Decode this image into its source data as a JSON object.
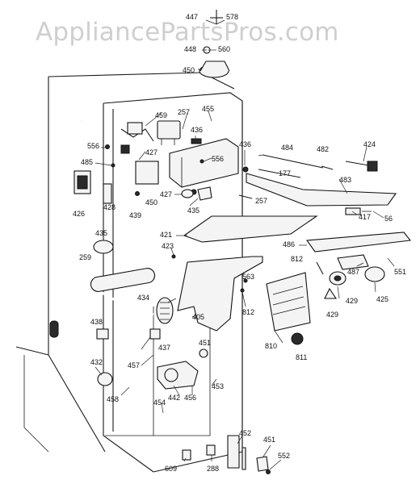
{
  "watermark": "AppliancePartsPros.com",
  "labels": [
    {
      "id": "447",
      "text": "447"
    },
    {
      "id": "578",
      "text": "578"
    },
    {
      "id": "448",
      "text": "448"
    },
    {
      "id": "560",
      "text": "560"
    },
    {
      "id": "450t",
      "text": "450"
    },
    {
      "id": "459",
      "text": "459"
    },
    {
      "id": "257a",
      "text": "257"
    },
    {
      "id": "455",
      "text": "455"
    },
    {
      "id": "436a",
      "text": "436"
    },
    {
      "id": "436b",
      "text": "436"
    },
    {
      "id": "484",
      "text": "484"
    },
    {
      "id": "482",
      "text": "482"
    },
    {
      "id": "424",
      "text": "424"
    },
    {
      "id": "556a",
      "text": "556"
    },
    {
      "id": "485",
      "text": "485"
    },
    {
      "id": "427a",
      "text": "427"
    },
    {
      "id": "556b",
      "text": "556"
    },
    {
      "id": "177",
      "text": "177"
    },
    {
      "id": "483",
      "text": "483"
    },
    {
      "id": "426",
      "text": "426"
    },
    {
      "id": "428",
      "text": "428"
    },
    {
      "id": "450m",
      "text": "450"
    },
    {
      "id": "439",
      "text": "439"
    },
    {
      "id": "427b",
      "text": "427"
    },
    {
      "id": "435a",
      "text": "435"
    },
    {
      "id": "257b",
      "text": "257"
    },
    {
      "id": "417",
      "text": "417"
    },
    {
      "id": "56",
      "text": "56"
    },
    {
      "id": "421",
      "text": "421"
    },
    {
      "id": "486",
      "text": "486"
    },
    {
      "id": "435b",
      "text": "435"
    },
    {
      "id": "423",
      "text": "423"
    },
    {
      "id": "812a",
      "text": "812"
    },
    {
      "id": "487",
      "text": "487"
    },
    {
      "id": "551",
      "text": "551"
    },
    {
      "id": "259",
      "text": "259"
    },
    {
      "id": "563",
      "text": "563"
    },
    {
      "id": "429a",
      "text": "429"
    },
    {
      "id": "425",
      "text": "425"
    },
    {
      "id": "434",
      "text": "434"
    },
    {
      "id": "405",
      "text": "405"
    },
    {
      "id": "812b",
      "text": "812"
    },
    {
      "id": "429b",
      "text": "429"
    },
    {
      "id": "438",
      "text": "438"
    },
    {
      "id": "437",
      "text": "437"
    },
    {
      "id": "451a",
      "text": "451"
    },
    {
      "id": "810",
      "text": "810"
    },
    {
      "id": "811",
      "text": "811"
    },
    {
      "id": "432",
      "text": "432"
    },
    {
      "id": "457",
      "text": "457"
    },
    {
      "id": "442",
      "text": "442"
    },
    {
      "id": "456",
      "text": "456"
    },
    {
      "id": "453",
      "text": "453"
    },
    {
      "id": "458",
      "text": "458"
    },
    {
      "id": "454",
      "text": "454"
    },
    {
      "id": "452",
      "text": "452"
    },
    {
      "id": "451b",
      "text": "451"
    },
    {
      "id": "552",
      "text": "552"
    },
    {
      "id": "609",
      "text": "609"
    },
    {
      "id": "288",
      "text": "288"
    }
  ]
}
